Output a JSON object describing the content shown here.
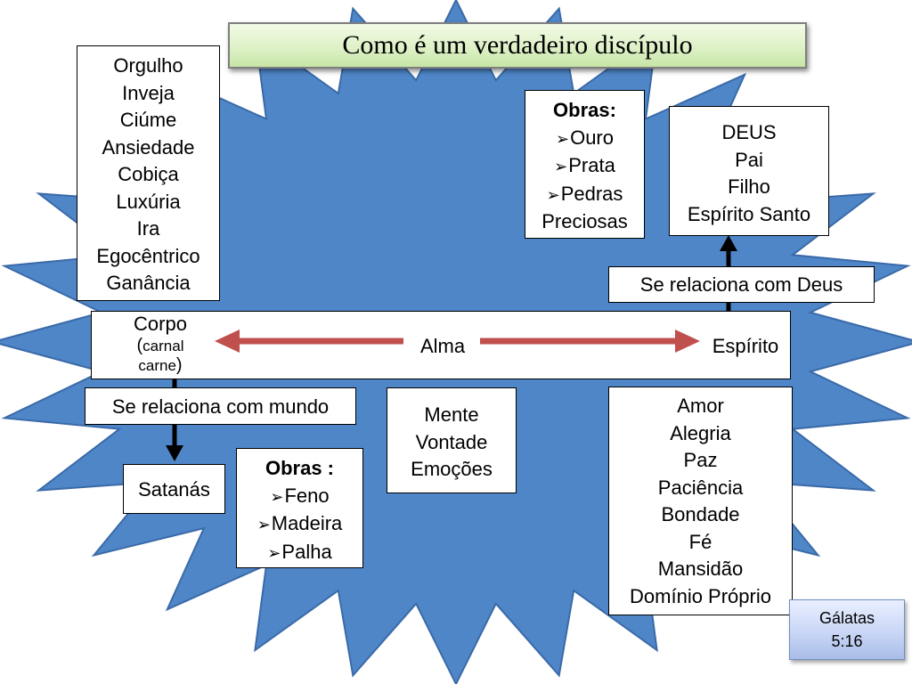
{
  "title": "Como é um verdadeiro discípulo",
  "colors": {
    "starburst": "#4f86c8",
    "starburst_stroke": "#3a6aa8",
    "arrow_red": "#c0504d",
    "title_bg": "#d7eebf",
    "note_bg": "#c9d6f5"
  },
  "flesh_list": [
    "Orgulho",
    "Inveja",
    "Ciúme",
    "Ansiedade",
    "Cobiça",
    "Luxúria",
    "Ira",
    "Egocêntrico",
    "Ganância"
  ],
  "works_spirit": {
    "heading": "Obras:",
    "items": [
      "Ouro",
      "Prata",
      "Pedras"
    ],
    "extra": "Preciosas"
  },
  "god": [
    "DEUS",
    "Pai",
    "Filho",
    "Espírito Santo"
  ],
  "relates_god": "Se relaciona com Deus",
  "axis": {
    "corpo": "Corpo",
    "carnal_open": "(",
    "carnal": "carnal",
    "carne": "carne",
    "carne_close": ")",
    "alma": "Alma",
    "espirito": "Espírito"
  },
  "relates_world": "Se relaciona com mundo",
  "satan": "Satanás",
  "works_flesh": {
    "heading": "Obras :",
    "items": [
      "Feno",
      "Madeira",
      "Palha"
    ]
  },
  "soul_parts": [
    "Mente",
    "Vontade",
    "Emoções"
  ],
  "fruits": [
    "Amor",
    "Alegria",
    "Paz",
    "Paciência",
    "Bondade",
    "Fé",
    "Mansidão",
    "Domínio Próprio"
  ],
  "reference": [
    "Gálatas",
    "5:16"
  ]
}
